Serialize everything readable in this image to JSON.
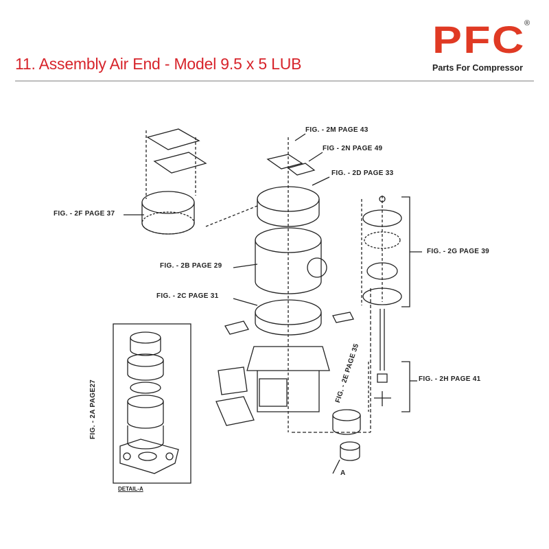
{
  "header": {
    "title": "11. Assembly Air End - Model 9.5 x 5 LUB",
    "logo": {
      "mark": "PFC",
      "registered": "®",
      "tagline": "Parts For Compressor"
    }
  },
  "diagram": {
    "labels": {
      "fig_2m": "FIG. - 2M PAGE 43",
      "fig_2n": "FIG - 2N PAGE 49",
      "fig_2d": "FIG. - 2D PAGE 33",
      "fig_2f": "FIG. - 2F PAGE 37",
      "fig_2g": "FIG. - 2G PAGE 39",
      "fig_2b": "FIG. - 2B PAGE 29",
      "fig_2c": "FIG. - 2C PAGE 31",
      "fig_2e": "FIG. - 2E PAGE 35",
      "fig_2h": "FIG. - 2H PAGE 41",
      "fig_2a": "FIG. - 2A PAGE27",
      "detail": "DETAIL-A",
      "point_a": "A"
    }
  },
  "colors": {
    "title": "#d7242b",
    "logo": "#e03a24",
    "rule": "#bdbdbd"
  }
}
